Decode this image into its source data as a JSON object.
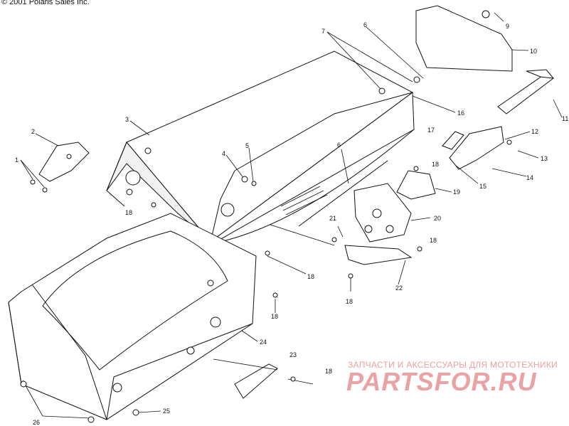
{
  "header": {
    "copyright": "© 2001 Polaris Sales Inc."
  },
  "watermark": {
    "subtitle": "ЗАПЧАСТИ И АКСЕССУАРЫ ДЛЯ МОТОТЕХНИКИ",
    "brand": "PARTSFOR.RU",
    "color": "#e79a9a"
  },
  "callouts": [
    {
      "id": "c1",
      "label": "1"
    },
    {
      "id": "c2",
      "label": "2"
    },
    {
      "id": "c3",
      "label": "3"
    },
    {
      "id": "c4",
      "label": "4"
    },
    {
      "id": "c5",
      "label": "5"
    },
    {
      "id": "c6a",
      "label": "6"
    },
    {
      "id": "c6b",
      "label": "6"
    },
    {
      "id": "c7",
      "label": "7"
    },
    {
      "id": "c9",
      "label": "9"
    },
    {
      "id": "c10",
      "label": "10"
    },
    {
      "id": "c11",
      "label": "11"
    },
    {
      "id": "c12",
      "label": "12"
    },
    {
      "id": "c13",
      "label": "13"
    },
    {
      "id": "c14",
      "label": "14"
    },
    {
      "id": "c15",
      "label": "15"
    },
    {
      "id": "c16",
      "label": "16"
    },
    {
      "id": "c17",
      "label": "17"
    },
    {
      "id": "c18a",
      "label": "18"
    },
    {
      "id": "c18b",
      "label": "18"
    },
    {
      "id": "c18c",
      "label": "18"
    },
    {
      "id": "c18d",
      "label": "18"
    },
    {
      "id": "c18e",
      "label": "18"
    },
    {
      "id": "c18f",
      "label": "18"
    },
    {
      "id": "c18g",
      "label": "18"
    },
    {
      "id": "c19",
      "label": "19"
    },
    {
      "id": "c20",
      "label": "20"
    },
    {
      "id": "c21",
      "label": "21"
    },
    {
      "id": "c22",
      "label": "22"
    },
    {
      "id": "c23",
      "label": "23"
    },
    {
      "id": "c24",
      "label": "24"
    },
    {
      "id": "c25",
      "label": "25"
    },
    {
      "id": "c26",
      "label": "26"
    }
  ]
}
